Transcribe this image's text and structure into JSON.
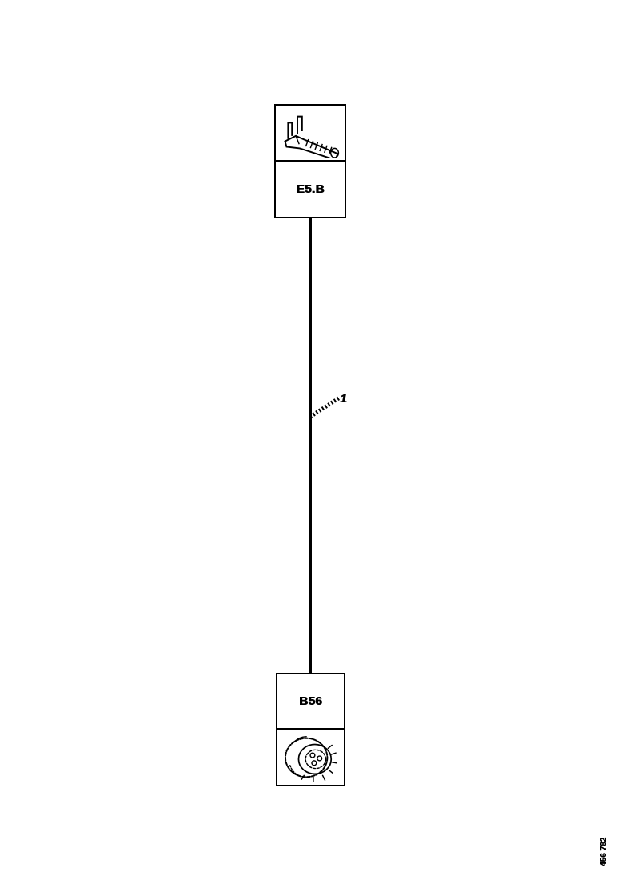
{
  "page": {
    "background": "#ffffff",
    "ink": "#000000"
  },
  "harness": {
    "top_connector": {
      "code": "E5.B",
      "icon": "crimp-terminal-pin"
    },
    "bottom_connector": {
      "code": "B56",
      "icon": "round-multipin-connector"
    },
    "wire": {
      "label": "1"
    },
    "figure_number": "456 782"
  }
}
